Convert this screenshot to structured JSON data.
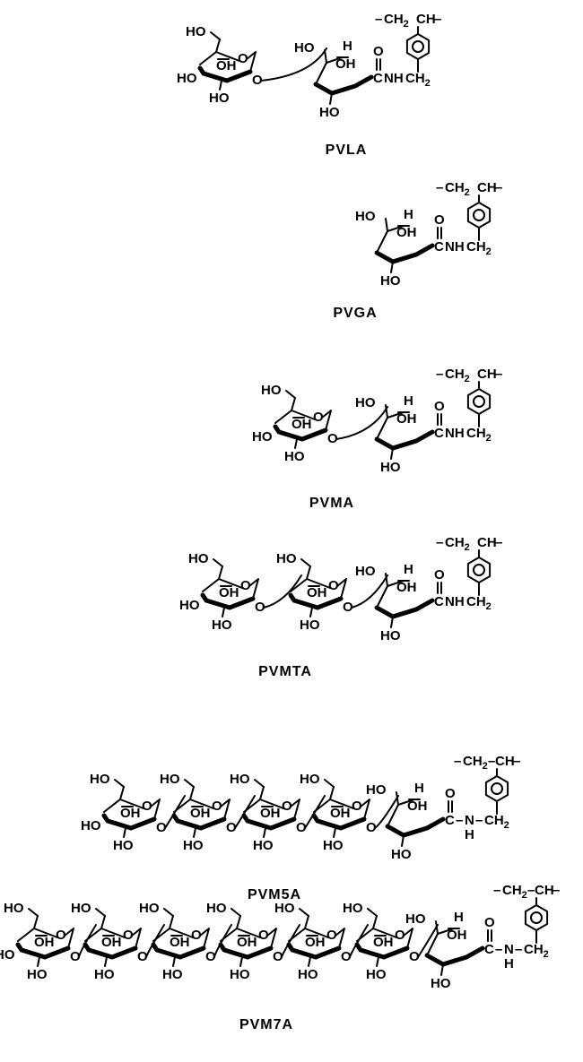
{
  "diagram": {
    "structures": [
      {
        "name": "PVLA"
      },
      {
        "name": "PVGA"
      },
      {
        "name": "PVMA"
      },
      {
        "name": "PVMTA"
      },
      {
        "name": "PVM5A"
      },
      {
        "name": "PVM7A"
      }
    ],
    "groups": {
      "hydroxyl": "HO",
      "oh": "OH",
      "ring_oxygen": "O",
      "hydrogen": "H",
      "carbonyl_o": "O",
      "amide_c": "C",
      "amide_n": "NH",
      "amide_n_split": "N",
      "ch": "CH",
      "ch2_main": "CH",
      "sub_2": "2",
      "dash": "–"
    }
  }
}
